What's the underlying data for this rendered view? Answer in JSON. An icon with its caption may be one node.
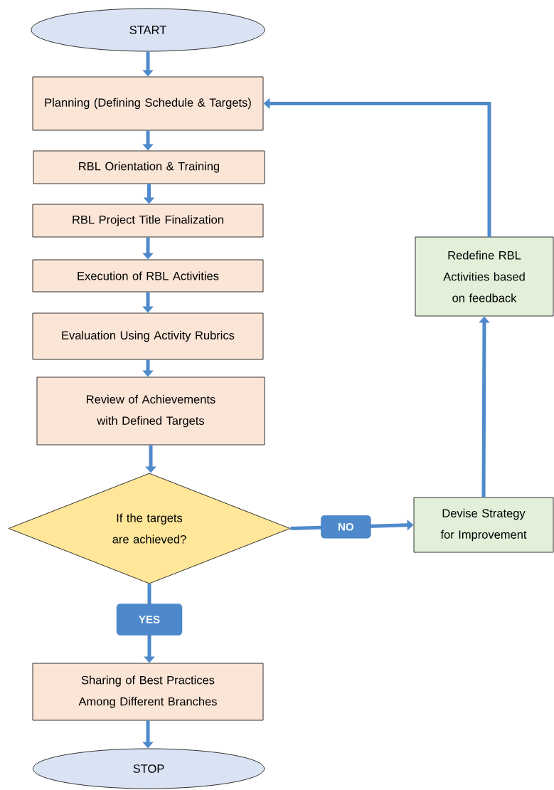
{
  "diagram": {
    "nodes": [
      {
        "text": [
          "START"
        ]
      },
      {
        "text": [
          "Planning (Defining Schedule & Targets)"
        ]
      },
      {
        "text": [
          "RBL Orientation & Training"
        ]
      },
      {
        "text": [
          "RBL Project Title Finalization"
        ]
      },
      {
        "text": [
          "Execution of RBL Activities"
        ]
      },
      {
        "text": [
          "Evaluation Using Activity Rubrics"
        ]
      },
      {
        "text": [
          "Review of Achievements with Defined Targets"
        ]
      },
      {
        "text": [
          "If the targets are achieved?"
        ]
      },
      {
        "text": [
          "Devise Strategy for Improvement"
        ]
      },
      {
        "text": [
          "Redefine RBL Activities based on feedback"
        ]
      },
      {
        "text": [
          "Sharing of Best Practices Among Different Branches"
        ]
      },
      {
        "text": [
          "STOP"
        ]
      }
    ],
    "edges": [
      {
        "from": 0,
        "to": 1,
        "arrow": "to"
      },
      {
        "from": 1,
        "to": 2,
        "arrow": "to"
      },
      {
        "from": 2,
        "to": 3,
        "arrow": "to"
      },
      {
        "from": 3,
        "to": 4,
        "arrow": "to"
      },
      {
        "from": 4,
        "to": 5,
        "arrow": "to"
      },
      {
        "from": 5,
        "to": 6,
        "arrow": "to"
      },
      {
        "from": 6,
        "to": 7,
        "arrow": "to"
      },
      {
        "from": 7,
        "to": 8,
        "arrow": "to",
        "label": "NO"
      },
      {
        "from": 7,
        "to": 10,
        "arrow": "to",
        "label": "YES"
      },
      {
        "from": 8,
        "to": 9,
        "arrow": "to"
      },
      {
        "from": 9,
        "to": 1,
        "arrow": "to"
      },
      {
        "from": 10,
        "to": 11,
        "arrow": "to"
      }
    ]
  }
}
